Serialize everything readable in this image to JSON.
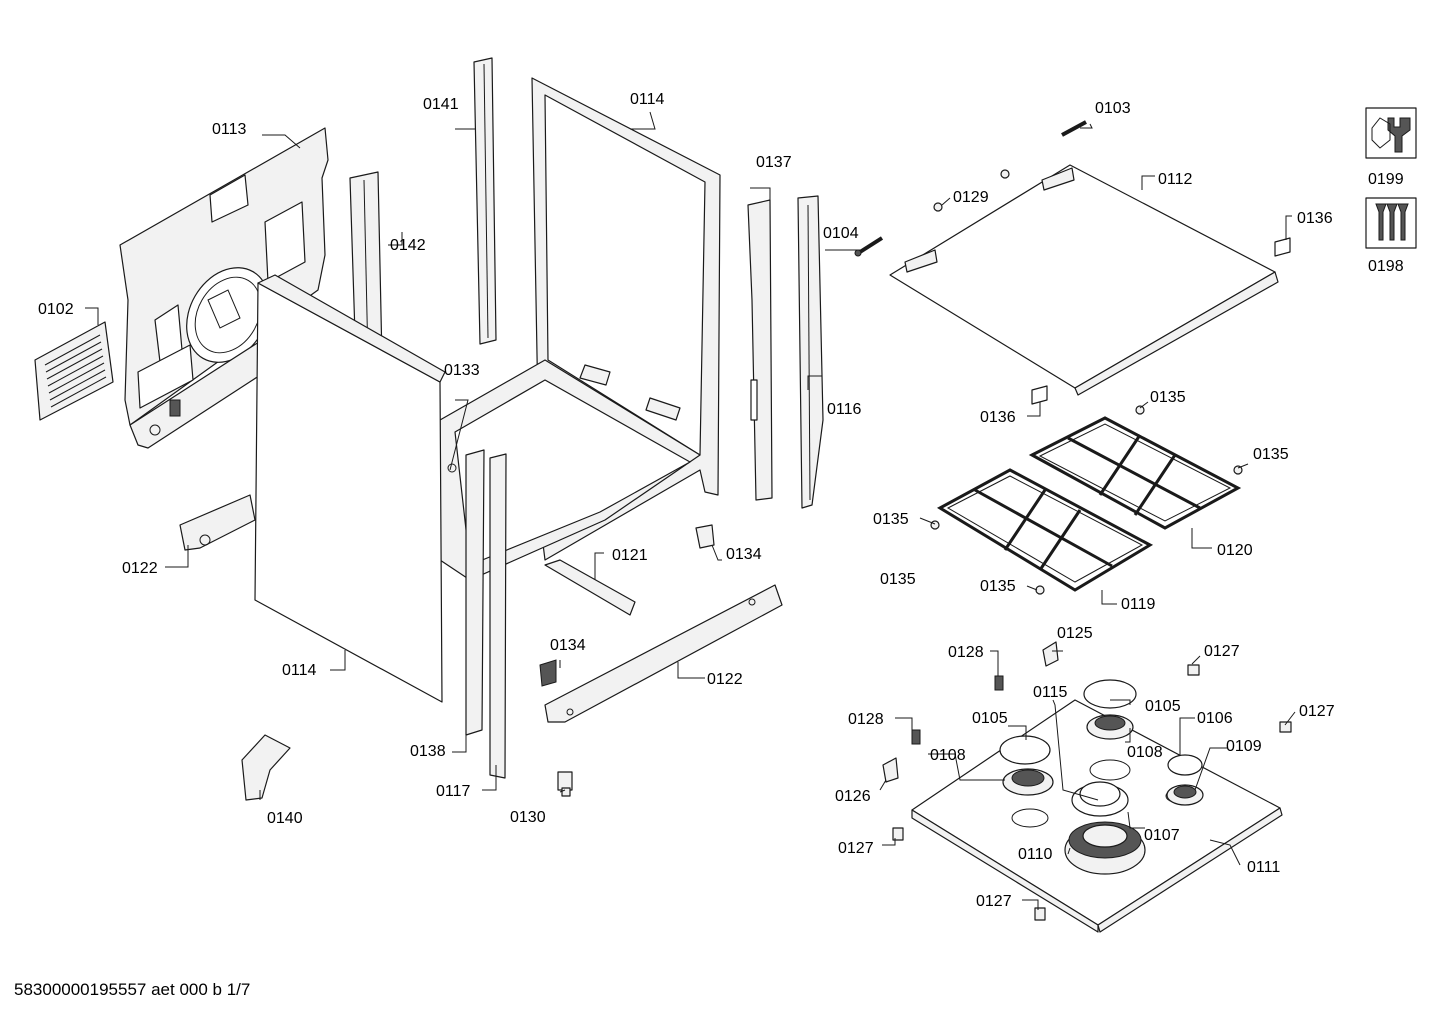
{
  "footer": {
    "text": "58300000195557 aet 000 b 1/7"
  },
  "legend": {
    "tools_code": "0199",
    "screws_code": "0198",
    "tools_icon": "wrench-icon",
    "screws_icon": "screw-icon"
  },
  "labels": {
    "l0113": "0113",
    "l0102": "0102",
    "l0142": "0142",
    "l0141": "0141",
    "l0114a": "0114",
    "l0114b": "0114",
    "l0133": "0133",
    "l0137": "0137",
    "l0104": "0104",
    "l0116": "0116",
    "l0122a": "0122",
    "l0122b": "0122",
    "l0121": "0121",
    "l0134a": "0134",
    "l0134b": "0134",
    "l0138": "0138",
    "l0117": "0117",
    "l0130": "0130",
    "l0140": "0140",
    "l0103": "0103",
    "l0129": "0129",
    "l0112": "0112",
    "l0136a": "0136",
    "l0136b": "0136",
    "l0135a": "0135",
    "l0135b": "0135",
    "l0135c": "0135",
    "l0135d": "0135",
    "l0135e": "0135",
    "l0120": "0120",
    "l0119": "0119",
    "l0128a": "0128",
    "l0125": "0125",
    "l0127a": "0127",
    "l0127b": "0127",
    "l0127c": "0127",
    "l0127d": "0127",
    "l0115": "0115",
    "l0105a": "0105",
    "l0105b": "0105",
    "l0106": "0106",
    "l0128b": "0128",
    "l0108a": "0108",
    "l0108b": "0108",
    "l0109": "0109",
    "l0126": "0126",
    "l0107": "0107",
    "l0110": "0110",
    "l0111": "0111"
  }
}
